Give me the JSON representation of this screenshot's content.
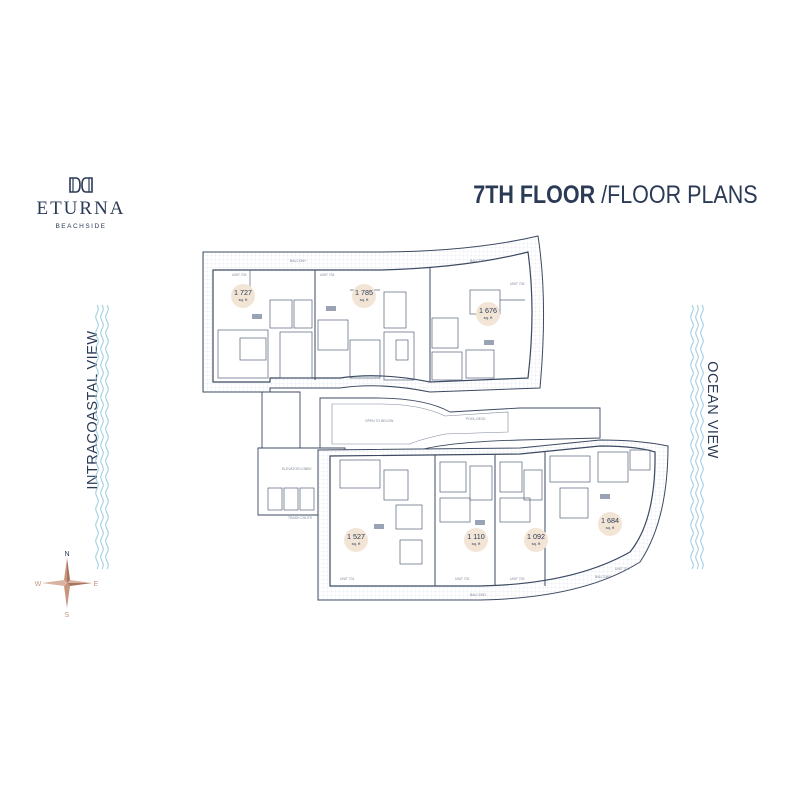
{
  "brand": {
    "name": "ETURNA",
    "sub": "BEACHSIDE"
  },
  "title": {
    "floor": "7TH FLOOR",
    "separator": " /",
    "plans": "FLOOR PLANS"
  },
  "views": {
    "left": "INTRACOASTAL VIEW",
    "right": "OCEAN VIEW"
  },
  "compass": {
    "n": "N",
    "s": "S",
    "e": "E",
    "w": "W"
  },
  "colors": {
    "ink": "#2b3a55",
    "wave": "#8ec6de",
    "badge": "#f3e5d6",
    "compass": "#c8967f"
  },
  "units": [
    {
      "area": "1 727",
      "unit": "sq. ft",
      "label": "UNIT 703"
    },
    {
      "area": "1 785",
      "unit": "sq. ft",
      "label": "UNIT 704"
    },
    {
      "area": "1 676",
      "unit": "sq. ft",
      "label": "UNIT 705"
    },
    {
      "area": "1 527",
      "unit": "sq. ft",
      "label": "UNIT 701"
    },
    {
      "area": "1 110",
      "unit": "sq. ft",
      "label": "UNIT 702"
    },
    {
      "area": "1 092",
      "unit": "sq. ft",
      "label": "UNIT 703"
    },
    {
      "area": "1 684",
      "unit": "sq. ft",
      "label": "UNIT 704"
    }
  ],
  "plan_labels": {
    "open_to_below": "OPEN TO BELOW",
    "elevator_lobby": "ELEVATOR LOBBY",
    "balcony": "BALCONY",
    "trash_chute": "TRASH CHUTE",
    "pool_deck": "POOL DECK"
  }
}
